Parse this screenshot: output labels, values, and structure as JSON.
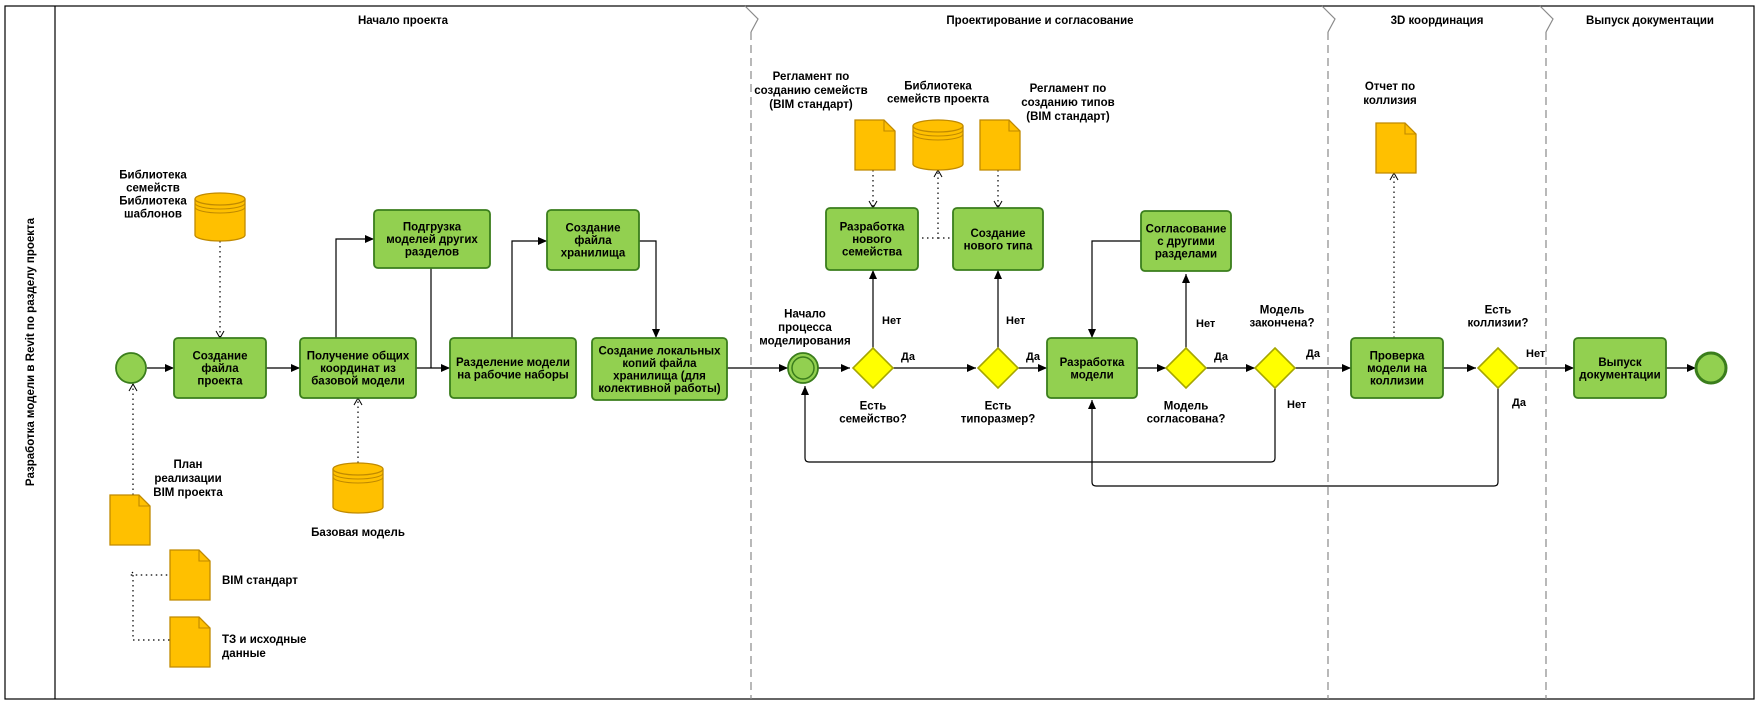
{
  "pool": {
    "title": "Разработка модели в Revit по разделу проекта"
  },
  "lanes": [
    {
      "id": "lane1",
      "title": "Начало проекта"
    },
    {
      "id": "lane2",
      "title": "Проектирование и согласование"
    },
    {
      "id": "lane3",
      "title": "3D координация"
    },
    {
      "id": "lane4",
      "title": "Выпуск документации"
    }
  ],
  "tasks": [
    {
      "id": "t_create_file",
      "lines": [
        "Создание",
        "файла",
        "проекта"
      ]
    },
    {
      "id": "t_coords",
      "lines": [
        "Получение общих",
        "координат из",
        "базовой модели"
      ]
    },
    {
      "id": "t_load_models",
      "lines": [
        "Подгрузка",
        "моделей других",
        "разделов"
      ]
    },
    {
      "id": "t_worksets",
      "lines": [
        "Разделение модели",
        "на рабочие наборы"
      ]
    },
    {
      "id": "t_storage",
      "lines": [
        "Создание",
        "файла",
        "хранилища"
      ]
    },
    {
      "id": "t_local",
      "lines": [
        "Создание локальных",
        "копий файла",
        "хранилища (для",
        "колективной работы)"
      ]
    },
    {
      "id": "t_new_family",
      "lines": [
        "Разработка",
        "нового",
        "семейства"
      ]
    },
    {
      "id": "t_new_type",
      "lines": [
        "Создание",
        "нового типа"
      ]
    },
    {
      "id": "t_model",
      "lines": [
        "Разработка",
        "модели"
      ]
    },
    {
      "id": "t_agree",
      "lines": [
        "Согласование",
        "с другими",
        "разделами"
      ]
    },
    {
      "id": "t_check",
      "lines": [
        "Проверка",
        "модели на",
        "коллизии"
      ]
    },
    {
      "id": "t_docs",
      "lines": [
        "Выпуск",
        "документации"
      ]
    }
  ],
  "gateways": [
    {
      "id": "g_family",
      "lines": [
        "Есть",
        "семейство?"
      ]
    },
    {
      "id": "g_size",
      "lines": [
        "Есть",
        "типоразмер?"
      ]
    },
    {
      "id": "g_agreed",
      "lines": [
        "Модель",
        "согласована?"
      ]
    },
    {
      "id": "g_done",
      "lines": [
        "Модель",
        "закончена?"
      ]
    },
    {
      "id": "g_clash",
      "lines": [
        "Есть",
        "коллизии?"
      ]
    }
  ],
  "events": [
    {
      "id": "e_start",
      "kind": "start"
    },
    {
      "id": "e_intermediate",
      "kind": "intermediate",
      "lines": [
        "Начало",
        "процесса",
        "моделирования"
      ]
    },
    {
      "id": "e_end",
      "kind": "end"
    }
  ],
  "data_stores": [
    {
      "id": "ds_libs",
      "lines": [
        "Библиотека",
        "семейств",
        "Библиотека",
        "шаблонов"
      ]
    },
    {
      "id": "ds_base",
      "lines": [
        "Базовая модель"
      ]
    },
    {
      "id": "ds_project_lib",
      "lines": [
        "Библиотека",
        "семейств проекта"
      ]
    }
  ],
  "data_objects": [
    {
      "id": "do_plan",
      "lines": [
        "План",
        "реализации",
        "BIM проекта"
      ]
    },
    {
      "id": "do_bim",
      "lines": [
        "BIM стандарт"
      ]
    },
    {
      "id": "do_tz",
      "lines": [
        "ТЗ и исходные",
        "данные"
      ]
    },
    {
      "id": "do_reg_family",
      "lines": [
        "Регламент по",
        "созданию семейств",
        "(BIM стандарт)"
      ]
    },
    {
      "id": "do_reg_type",
      "lines": [
        "Регламент по",
        "созданию типов",
        "(BIM стандарт)"
      ]
    },
    {
      "id": "do_report",
      "lines": [
        "Отчет по",
        "коллизия"
      ]
    }
  ],
  "flow_labels": {
    "yes": "Да",
    "no": "Нет"
  },
  "colors": {
    "task_fill": "#92d050",
    "task_stroke": "#3a7d1c",
    "gateway_fill": "#ffff00",
    "gateway_stroke": "#a6a600",
    "artifact_fill": "#ffc000",
    "artifact_stroke": "#c08a00",
    "line": "#000000"
  }
}
